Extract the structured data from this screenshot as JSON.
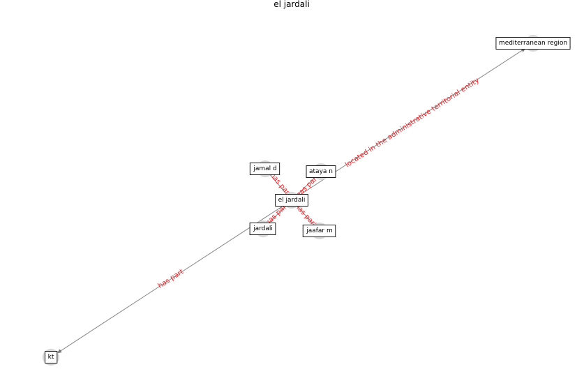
{
  "title": "el jardali",
  "colors": {
    "edge": "#888888",
    "edge_label": "#e8262a",
    "node_dot": "#d8d8d8"
  },
  "nodes": [
    {
      "id": "center",
      "label": "el jardali"
    },
    {
      "id": "med",
      "label": "mediterranean region"
    },
    {
      "id": "jamal",
      "label": "jamal d"
    },
    {
      "id": "ataya",
      "label": "ataya n"
    },
    {
      "id": "jardali",
      "label": "jardali"
    },
    {
      "id": "jaafar",
      "label": "jaafar m"
    },
    {
      "id": "kt",
      "label": "kt"
    }
  ],
  "edges": [
    {
      "from": "center",
      "to": "med",
      "label": "located in the administrative territorial entity"
    },
    {
      "from": "center",
      "to": "kt",
      "label": "has part"
    },
    {
      "from": "center",
      "to": "jamal",
      "label": "has part"
    },
    {
      "from": "center",
      "to": "ataya",
      "label": "has part"
    },
    {
      "from": "center",
      "to": "jardali",
      "label": "has part"
    },
    {
      "from": "center",
      "to": "jaafar",
      "label": "has part"
    }
  ]
}
